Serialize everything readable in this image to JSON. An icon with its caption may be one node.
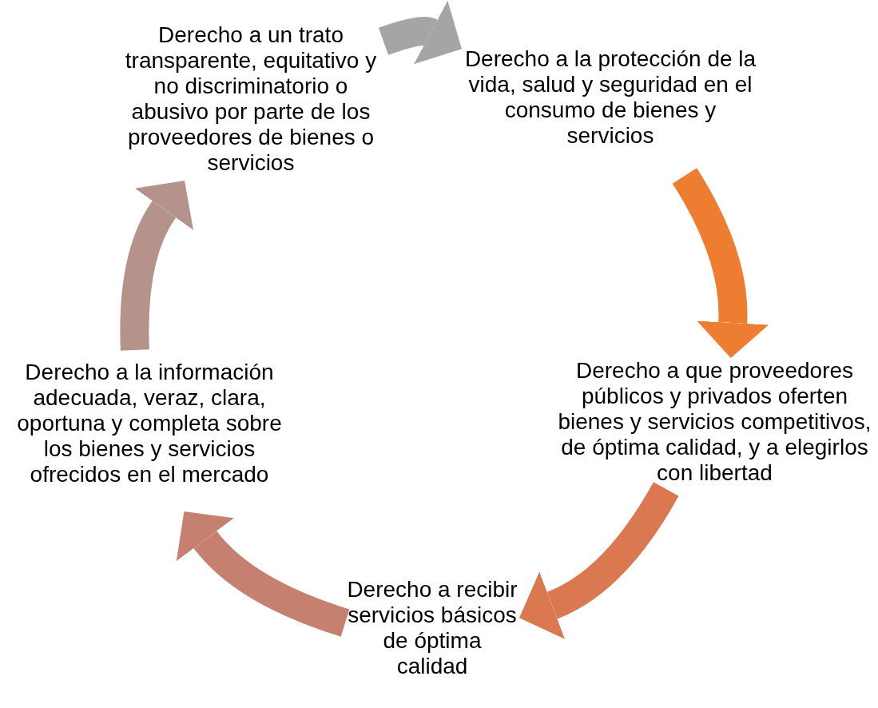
{
  "diagram": {
    "nodes": [
      {
        "text": [
          "Derecho a un trato transparente, equitativo y no discriminatorio o abusivo por parte de los proveedores de bienes o servicios"
        ]
      },
      {
        "text": [
          "Derecho a la protección de la vida, salud y seguridad en el consumo de bienes y servicios"
        ]
      },
      {
        "text": [
          "Derecho a que proveedores públicos y privados oferten bienes y servicios competitivos, de óptima calidad, y a elegirlos con libertad"
        ]
      },
      {
        "text": [
          "Derecho a recibir servicios básicos de óptima calidad"
        ]
      },
      {
        "text": [
          "Derecho a la información adecuada, veraz, clara, oportuna y completa sobre los bienes y servicios ofrecidos en el mercado"
        ]
      }
    ],
    "edges": [
      {
        "from": 0,
        "to": 1,
        "arrow": "to",
        "color": "#a5a5a5"
      },
      {
        "from": 1,
        "to": 2,
        "arrow": "to",
        "color": "#ed7d31"
      },
      {
        "from": 2,
        "to": 3,
        "arrow": "to",
        "color": "#da7851"
      },
      {
        "from": 3,
        "to": 4,
        "arrow": "to",
        "color": "#c58070"
      },
      {
        "from": 4,
        "to": 0,
        "arrow": "to",
        "color": "#b5928a"
      }
    ]
  }
}
